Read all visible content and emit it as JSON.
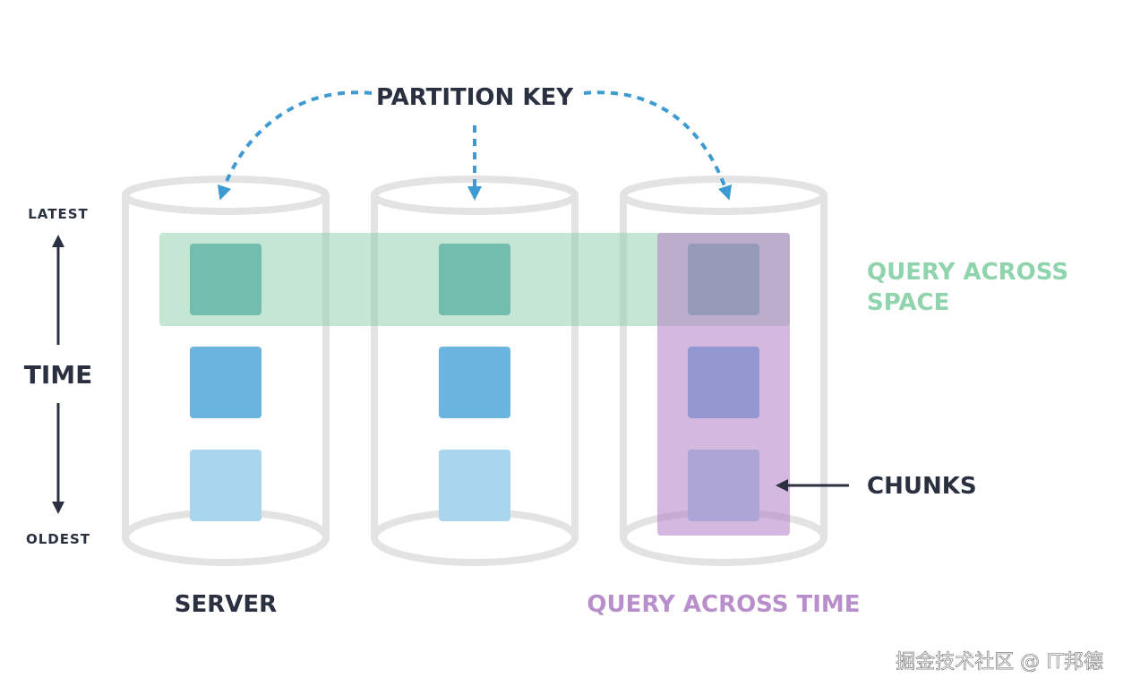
{
  "labels": {
    "partition_key": "PARTITION KEY",
    "latest": "LATEST",
    "oldest": "OLDEST",
    "time": "TIME",
    "query_across_space_line1": "QUERY ACROSS",
    "query_across_space_line2": "SPACE",
    "chunks": "CHUNKS",
    "server": "SERVER",
    "query_across_time": "QUERY ACROSS TIME",
    "watermark": "掘金技术社区 @ IT邦德"
  },
  "colors": {
    "cylinder_stroke": "#e3e3e3",
    "dashed_arrow": "#3d9bd2",
    "space_band": "#bfe3cc",
    "time_band": "#cfa8d8",
    "chunk_latest": "#5aadb9",
    "chunk_mid": "#6bb4e0",
    "chunk_old": "#a9d6ee",
    "text_dark": "#2b3040",
    "text_green": "#8fd4ad",
    "text_purple": "#b98fcb"
  },
  "servers": [
    {
      "chunks": [
        "latest",
        "mid",
        "old"
      ]
    },
    {
      "chunks": [
        "latest",
        "mid",
        "old"
      ]
    },
    {
      "chunks": [
        "latest",
        "mid",
        "old"
      ]
    }
  ]
}
